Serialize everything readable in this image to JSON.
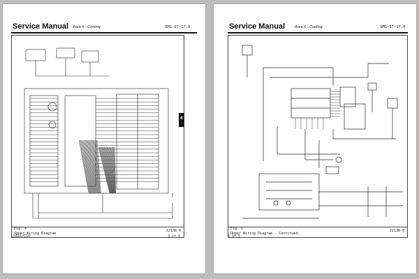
{
  "left_page": {
    "title": "Service Manual",
    "area": "Area 6 - Cooling",
    "code": "SMG-97-17.0",
    "figure_number": "Fig. 4",
    "figure_title": "Upper Wiring Diagram",
    "figure_code": "22138-0",
    "footer_left": "LS816/C16",
    "footer_right": "3 of 5",
    "tab_label": "6"
  },
  "right_page": {
    "title": "Service Manual",
    "area": "Area 6 - Cooling",
    "code": "SMG-97-17.0",
    "figure_number": "Fig. 5",
    "figure_title": "Upper Wiring Diagram - Continued",
    "figure_code": "22138-0",
    "footer_left": "4 of 5"
  },
  "colors": {
    "background": "#bdbdbd",
    "page": "#ffffff",
    "ink": "#111111",
    "tab": "#111111"
  }
}
